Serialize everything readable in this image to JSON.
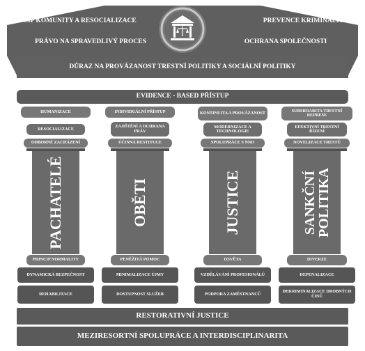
{
  "roof": {
    "top_left": "Princip komunity a resocializace",
    "top_right": "Prevence kriminality",
    "mid_left": "Právo na spravedlivý proces",
    "mid_right": "Ochrana společnosti",
    "bottom": "Důraz na provázanost trestní politiky a sociální politiky",
    "emblem_icon": "courthouse-scales-icon"
  },
  "evidence": "Evidence - based přístup",
  "columns": [
    {
      "title": "Pachatelé",
      "top": [
        "Humanizace",
        "Resocializace",
        "Odborné zacházení"
      ],
      "bottom_pill": "Princip normality",
      "base": [
        "Dynamická bezpečnost",
        "Rehabilitace"
      ]
    },
    {
      "title": "Oběti",
      "top": [
        "Individuální přístup",
        "Zajištění a ochrana práv",
        "Účinná restituce"
      ],
      "bottom_pill": "Peněžitá pomoc",
      "base": [
        "Minimalizace újmy",
        "Dostupnost služeb"
      ]
    },
    {
      "title": "Justice",
      "top": [
        "Kontinuita a provázanost",
        "Modernizace a technologie",
        "Spolupráce s NNO"
      ],
      "bottom_pill": "Osvěta",
      "base": [
        "Vzdělávání profesionálů",
        "Podpora zaměstnanců"
      ]
    },
    {
      "title_line1": "Sankční",
      "title_line2": "politika",
      "top": [
        "Subsidiarita trestní represe",
        "Efektivní trestní řízení",
        "Novelizace trestů"
      ],
      "bottom_pill": "Diverze",
      "base": [
        "Depenalizace",
        "Dekriminalizace drobných činů"
      ]
    }
  ],
  "foundation": {
    "line1": "Restorativní justice",
    "line2": "Meziresortní spolupráce a interdisciplinarita"
  }
}
